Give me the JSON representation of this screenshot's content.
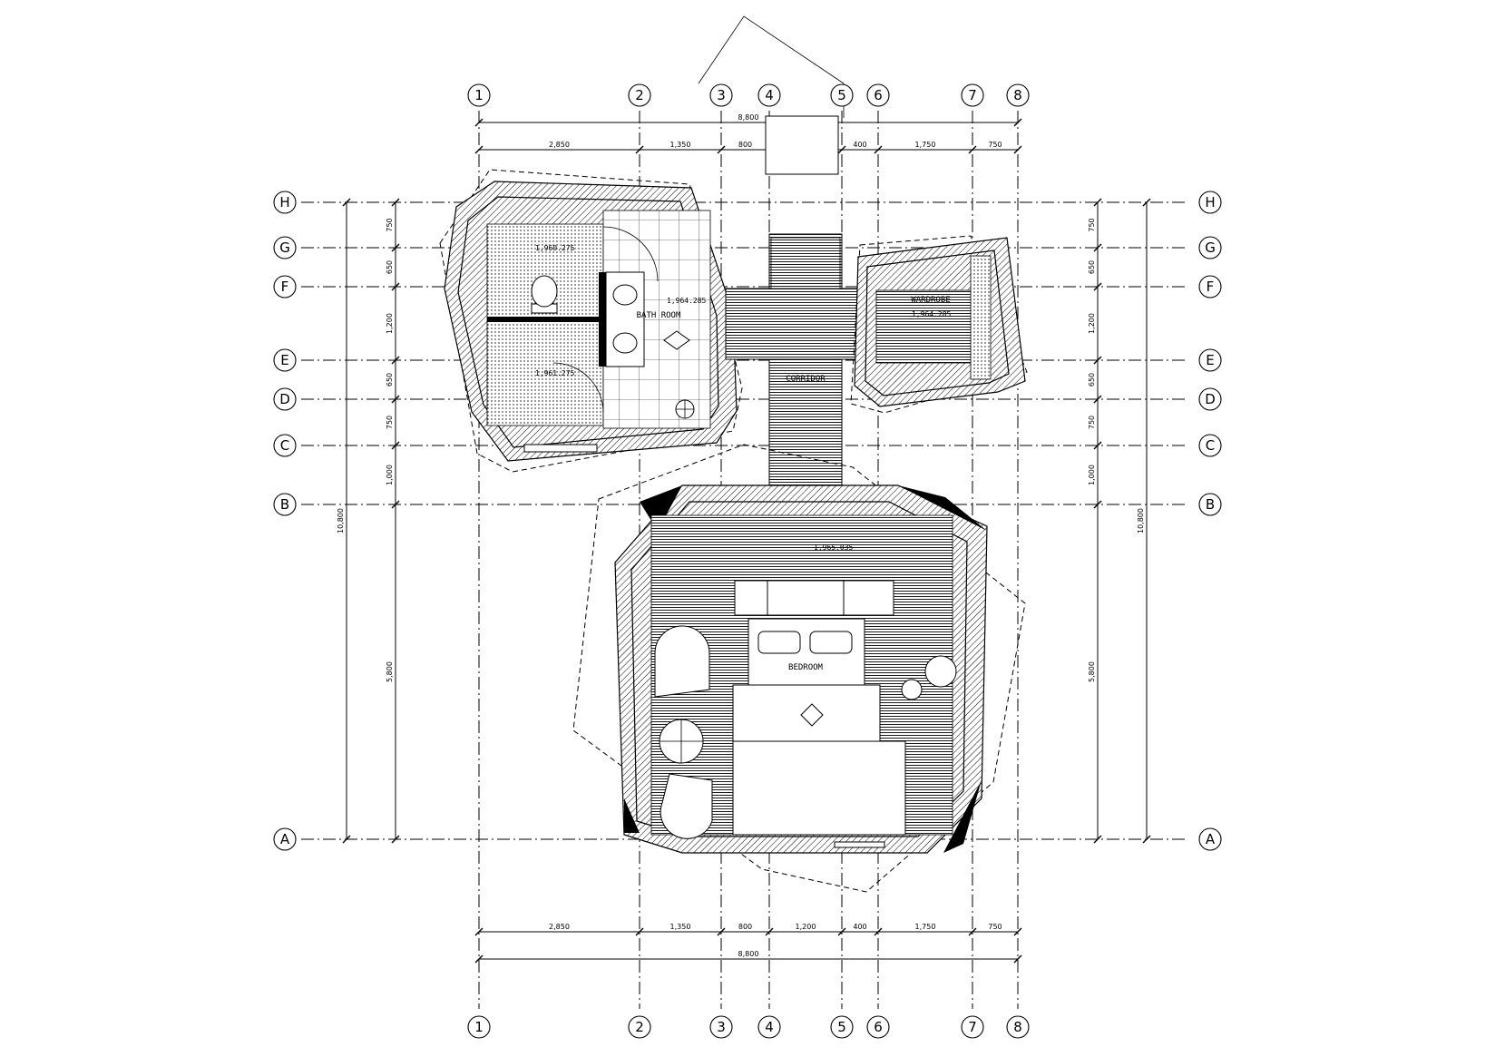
{
  "drawing": {
    "column_grid": [
      "1",
      "2",
      "3",
      "4",
      "5",
      "6",
      "7",
      "8"
    ],
    "row_grid": [
      "H",
      "G",
      "F",
      "E",
      "D",
      "C",
      "B",
      "A"
    ],
    "dimensions": {
      "overall_width": "8,800",
      "width_segments": [
        "2,850",
        "1,350",
        "800",
        "1,200",
        "400",
        "1,750",
        "750"
      ],
      "overall_height": "10,800",
      "height_segments": [
        "750",
        "650",
        "1,200",
        "650",
        "750",
        "1,000",
        "5,800"
      ]
    },
    "rooms": {
      "bathroom": "BATH ROOM",
      "wardrobe": "WARDROBE",
      "corridor": "CORRIDOR",
      "bedroom": "BEDROOM"
    },
    "elevations": {
      "bath_top": "1,960.275",
      "bath_bottom": "1,961.275",
      "bath_main": "1,964.285",
      "wardrobe": "1,964.285",
      "bedroom": "1,965.035"
    }
  }
}
